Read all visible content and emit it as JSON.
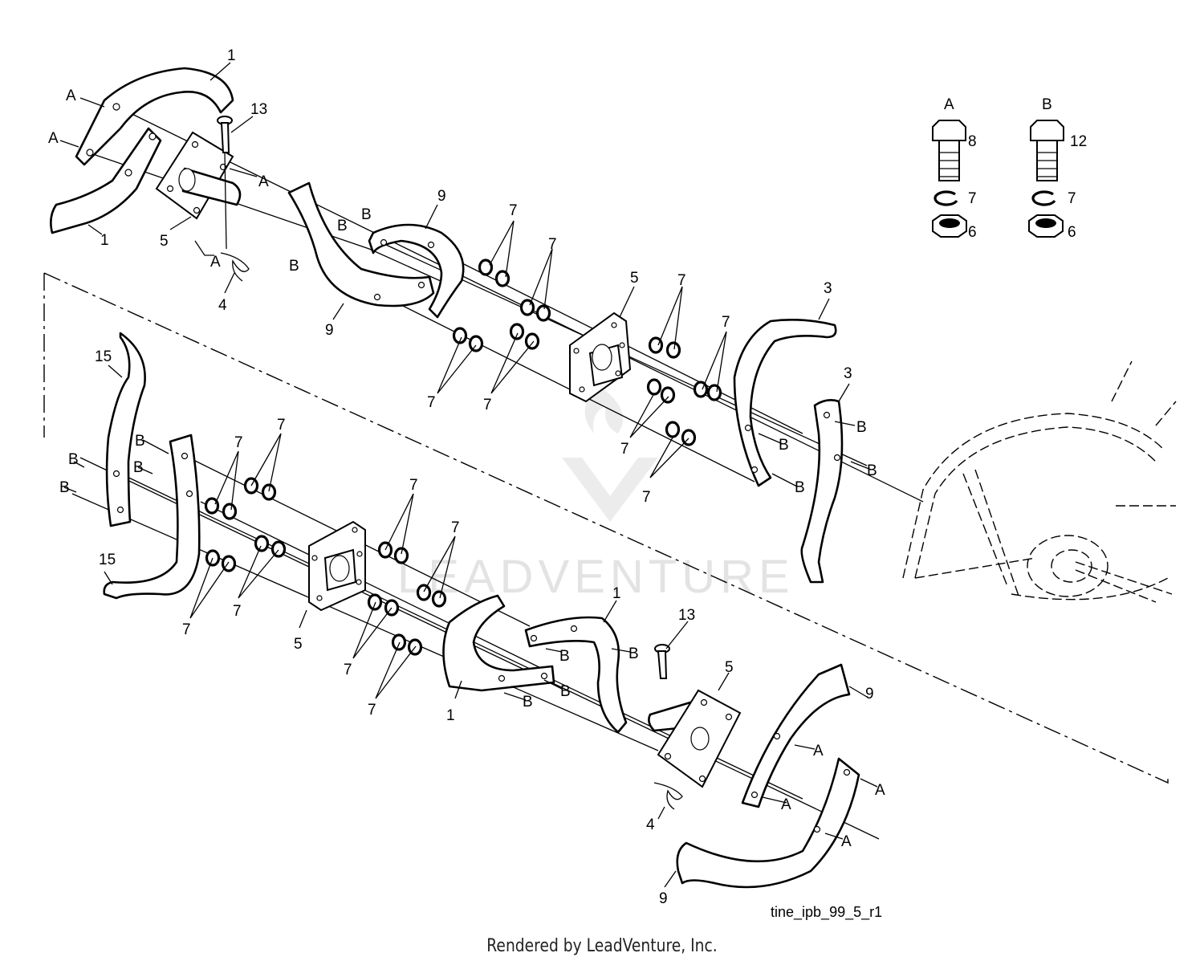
{
  "diagram": {
    "figure_id": "tine_ipb_99_5_r1",
    "footer": "Rendered by LeadVenture, Inc.",
    "watermark": "LEADVENTURE",
    "legend": {
      "a": {
        "title": "A",
        "bolt": "8",
        "lockwasher": "7",
        "nut": "6"
      },
      "b": {
        "title": "B",
        "bolt": "12",
        "lockwasher": "7",
        "nut": "6"
      }
    },
    "refs": {
      "tine_1": "1",
      "tine_3": "3",
      "hairpin_4": "4",
      "hub_5": "5",
      "nut_6": "6",
      "lockwasher_7": "7",
      "bolt_8": "8",
      "tine_9": "9",
      "bolt_12": "12",
      "pin_13": "13",
      "tine_15": "15",
      "a": "A",
      "b": "B"
    }
  }
}
